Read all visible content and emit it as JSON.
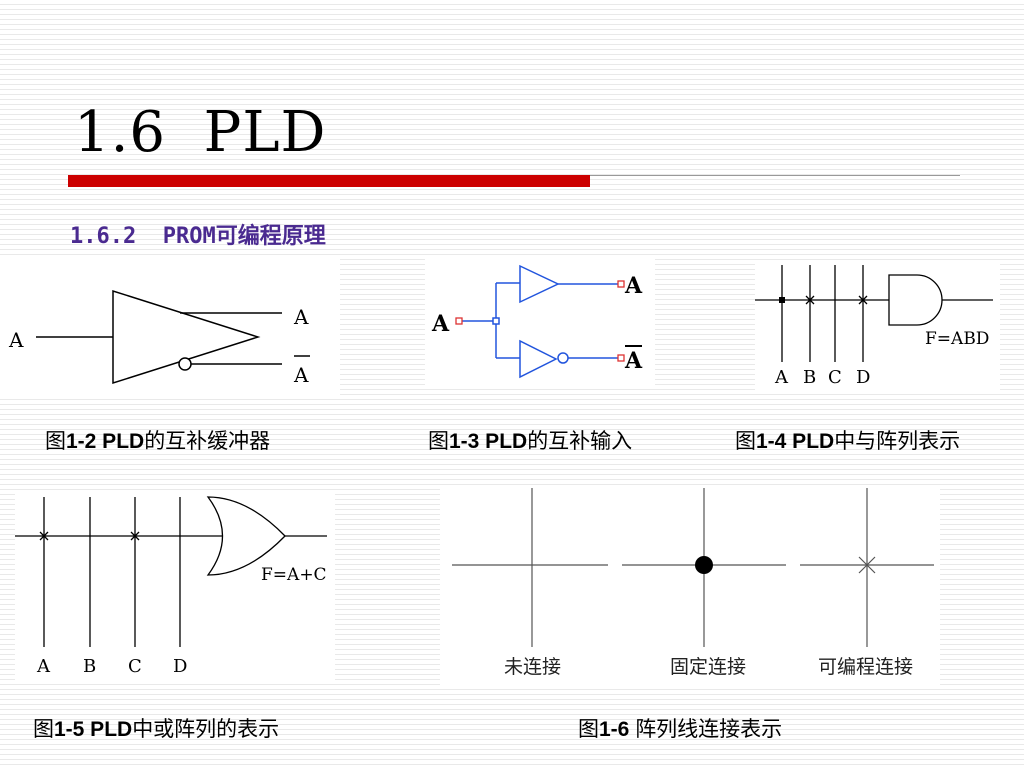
{
  "slide": {
    "title": "1.6  PLD",
    "subtitle": "1.6.2  PROM可编程原理"
  },
  "figures": {
    "fig2": {
      "label_in": "A",
      "label_out1": "A",
      "label_out2": "A",
      "caption_prefix": "图",
      "caption_num": "1-2 PLD",
      "caption_text": "的互补缓冲器"
    },
    "fig3": {
      "label_in": "A",
      "label_out1": "A",
      "label_out2": "A",
      "caption_prefix": "图",
      "caption_num": "1-3 PLD",
      "caption_text": "的互补输入"
    },
    "fig4": {
      "labels": [
        "A",
        "B",
        "C",
        "D"
      ],
      "formula": "F=ABD",
      "caption_prefix": "图",
      "caption_num": "1-4 PLD",
      "caption_text": "中与阵列表示"
    },
    "fig5": {
      "labels": [
        "A",
        "B",
        "C",
        "D"
      ],
      "formula": "F=A+C",
      "caption_prefix": "图",
      "caption_num": "1-5 PLD",
      "caption_text": "中或阵列的表示"
    },
    "fig6": {
      "labels": [
        "未连接",
        "固定连接",
        "可编程连接"
      ],
      "caption_prefix": "图",
      "caption_num": "1-6 ",
      "caption_text": "阵列线连接表示"
    }
  },
  "colors": {
    "accent_red": "#cc0000",
    "subtitle": "#4a2a90",
    "wire_blue": "#2255dd",
    "pin_red": "#dd3333"
  }
}
